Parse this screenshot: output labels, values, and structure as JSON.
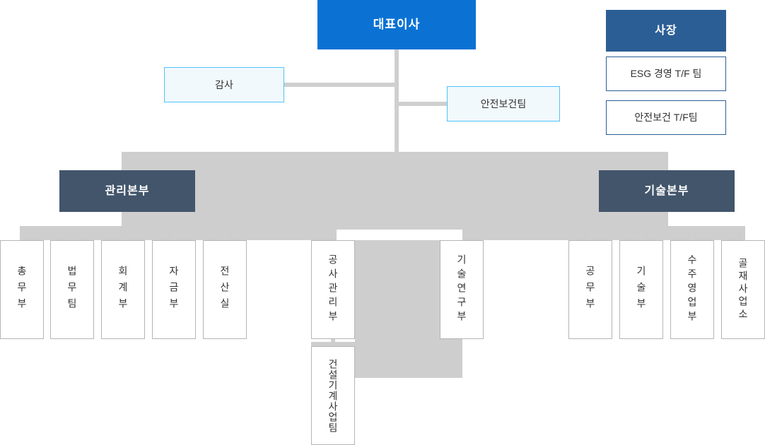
{
  "colors": {
    "ceo_bg": "#0b72d4",
    "president_bg": "#2b5e94",
    "division_bg": "#42556b",
    "staff_bg": "#f2f9fd",
    "staff_border": "#4fc3f7",
    "connector": "#cecece",
    "dept_border": "#b5b5b5",
    "text_dark": "#333333",
    "text_light": "#ffffff",
    "page_bg": "#ffffff"
  },
  "top": {
    "ceo": "대표이사",
    "president": "사장"
  },
  "president_teams": [
    {
      "label": "ESG 경영 T/F 팀"
    },
    {
      "label": "안전보건 T/F팀"
    }
  ],
  "staff": [
    {
      "label": "감사"
    },
    {
      "label": "안전보건팀"
    }
  ],
  "divisions": [
    {
      "label": "관리본부"
    },
    {
      "label": "기술본부"
    }
  ],
  "departments": {
    "management": [
      {
        "label": "총무부"
      },
      {
        "label": "법무팀"
      },
      {
        "label": "회계부"
      },
      {
        "label": "자금부"
      },
      {
        "label": "전산실"
      }
    ],
    "center": [
      {
        "label": "공사관리부"
      },
      {
        "label": "건설기계사업팀"
      },
      {
        "label": "기술연구부"
      }
    ],
    "technical": [
      {
        "label": "공무부"
      },
      {
        "label": "기술부"
      },
      {
        "label": "수주영업부"
      },
      {
        "label": "골재사업소"
      }
    ]
  }
}
